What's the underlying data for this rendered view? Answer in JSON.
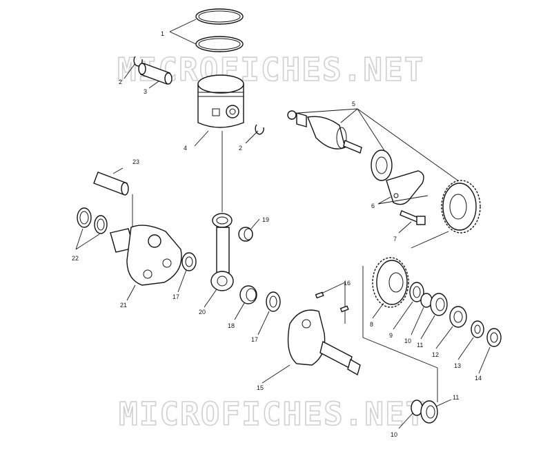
{
  "watermark": {
    "top": "MICROFICHES.NET",
    "bottom": "MICROFICHES.NET"
  },
  "callouts": [
    {
      "id": "c1",
      "text": "1"
    },
    {
      "id": "c2a",
      "text": "2"
    },
    {
      "id": "c3",
      "text": "3"
    },
    {
      "id": "c4",
      "text": "4"
    },
    {
      "id": "c2b",
      "text": "2"
    },
    {
      "id": "c5",
      "text": "5"
    },
    {
      "id": "c6",
      "text": "6"
    },
    {
      "id": "c7",
      "text": "7"
    },
    {
      "id": "c23",
      "text": "23"
    },
    {
      "id": "c19",
      "text": "19"
    },
    {
      "id": "c22",
      "text": "22"
    },
    {
      "id": "c21",
      "text": "21"
    },
    {
      "id": "c17a",
      "text": "17"
    },
    {
      "id": "c20",
      "text": "20"
    },
    {
      "id": "c18",
      "text": "18"
    },
    {
      "id": "c16",
      "text": "16"
    },
    {
      "id": "c17b",
      "text": "17"
    },
    {
      "id": "c8",
      "text": "8"
    },
    {
      "id": "c9",
      "text": "9"
    },
    {
      "id": "c10a",
      "text": "10"
    },
    {
      "id": "c11a",
      "text": "11"
    },
    {
      "id": "c12",
      "text": "12"
    },
    {
      "id": "c13",
      "text": "13"
    },
    {
      "id": "c14",
      "text": "14"
    },
    {
      "id": "c15",
      "text": "15"
    },
    {
      "id": "c11b",
      "text": "11"
    },
    {
      "id": "c10b",
      "text": "10"
    }
  ]
}
